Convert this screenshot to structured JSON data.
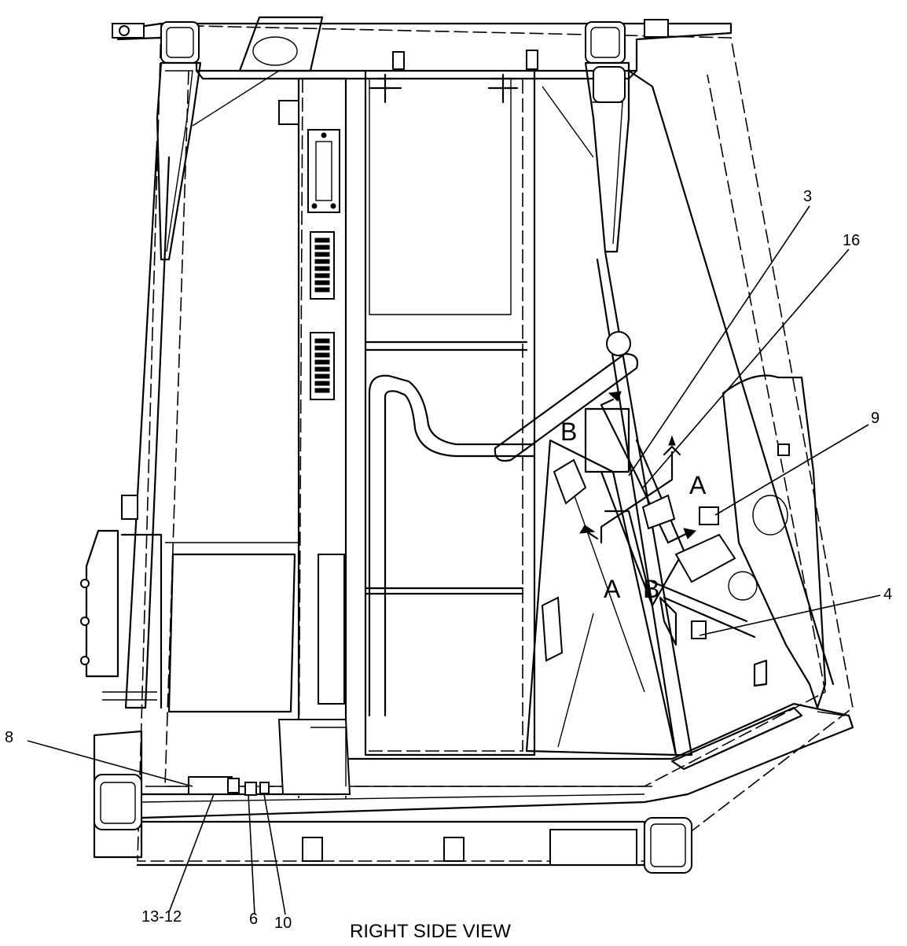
{
  "diagram": {
    "caption": "RIGHT SIDE VIEW",
    "callouts": {
      "c3": "3",
      "c16": "16",
      "c9": "9",
      "c4": "4",
      "c8": "8",
      "c13_12": "13-12",
      "c6": "6",
      "c10": "10"
    },
    "section_markers": {
      "a_upper": "A",
      "a_lower": "A",
      "b_upper": "B",
      "b_lower": "B"
    }
  }
}
